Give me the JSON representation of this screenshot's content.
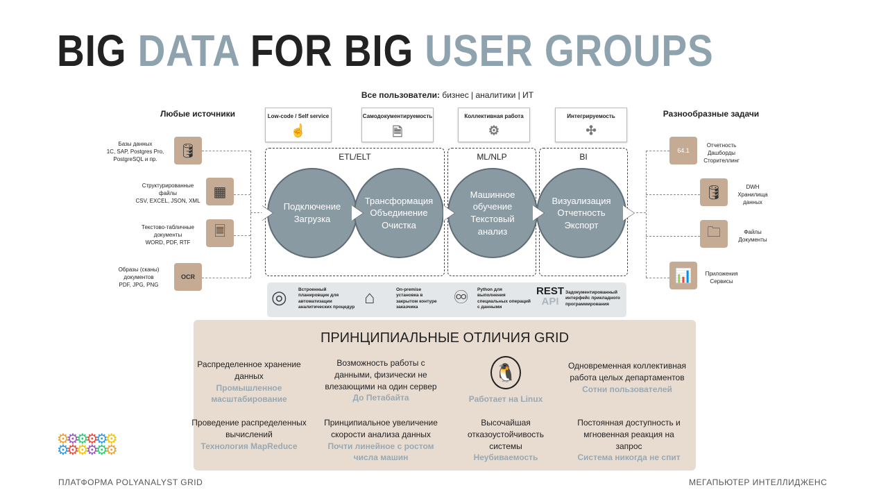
{
  "title": {
    "part1": "BIG ",
    "part2": "DATA ",
    "part3": "FOR BIG ",
    "part4": "USER GROUPS"
  },
  "users": {
    "bold": "Все пользователи:",
    "rest": " бизнес | аналитики | ИТ"
  },
  "top_boxes": [
    {
      "label": "Low-code / Self service",
      "icon": "hand-pointer-icon"
    },
    {
      "label": "Самодокументируемость",
      "icon": "document-icon"
    },
    {
      "label": "Коллективная работа",
      "icon": "team-gear-icon"
    },
    {
      "label": "Интегрируемость",
      "icon": "puzzle-icon"
    }
  ],
  "sources": {
    "heading": "Любые источники",
    "items": [
      {
        "text": [
          "Базы данных",
          "1C, SAP, Postgres Pro,",
          "PostgreSQL и пр."
        ],
        "icon": "database-icon"
      },
      {
        "text": [
          "Структурированные",
          "файлы",
          "CSV, EXCEL, JSON, XML"
        ],
        "icon": "table-icon"
      },
      {
        "text": [
          "Текстово-табличные",
          "документы",
          "WORD, PDF, RTF"
        ],
        "icon": "document-table-icon"
      },
      {
        "text": [
          "Образы (сканы)",
          "документов",
          "PDF, JPG, PNG"
        ],
        "icon": "ocr-icon"
      }
    ]
  },
  "stages": [
    {
      "label": "ETL/ELT"
    },
    {
      "label": "ML/NLP"
    },
    {
      "label": "BI"
    }
  ],
  "circles": [
    [
      "Подключение",
      "Загрузка"
    ],
    [
      "Трансформация",
      "Объединение",
      "Очистка"
    ],
    [
      "Машинное",
      "обучение",
      "Текстовый",
      "анализ"
    ],
    [
      "Визуализация",
      "Отчетность",
      "Экспорт"
    ]
  ],
  "tasks": {
    "heading": "Разнообразные задачи",
    "items": [
      {
        "text": [
          "Отчетность",
          "Дашборды",
          "Сторителлинг"
        ],
        "icon": "dashboard-monitor-icon",
        "value": "64.1"
      },
      {
        "text": [
          "DWH",
          "Хранилища",
          "данных"
        ],
        "icon": "database-icon"
      },
      {
        "text": [
          "Файлы",
          "Документы"
        ],
        "icon": "folders-icon"
      },
      {
        "text": [
          "Приложения",
          "Сервисы"
        ],
        "icon": "app-chart-icon"
      }
    ]
  },
  "features": [
    {
      "text": [
        "Встроенный",
        "планировщик для",
        "автоматизации",
        "аналитических процедур"
      ],
      "icon": "scheduler-icon"
    },
    {
      "text": [
        "On-premise",
        "установка в",
        "закрытом контуре",
        "заказчика"
      ],
      "icon": "server-house-icon"
    },
    {
      "text": [
        "Python для",
        "выполнения",
        "специальных операций",
        "с данными"
      ],
      "icon": "python-icon"
    },
    {
      "text": [
        "Задокументированный",
        "интерфейс прикладного",
        "программирования"
      ],
      "icon_top": "REST",
      "icon_bottom": "API"
    }
  ],
  "grid": {
    "title": "ПРИНЦИПИАЛЬНЫЕ ОТЛИЧИЯ GRID",
    "cells": [
      {
        "main": "Распределенное хранение данных",
        "hl": "Промышленное масштабирование"
      },
      {
        "main": "Возможность работы с данными, физически не влезающими на один сервер",
        "hl": "До Петабайта"
      },
      {
        "main": "",
        "hl": "Работает на Linux",
        "icon": "linux-penguin-icon"
      },
      {
        "main": "Одновременная коллективная работа целых департаментов",
        "hl": "Сотни пользователей"
      },
      {
        "main": "Проведение распределенных вычислений",
        "hl": "Технология MapReduce"
      },
      {
        "main": "Принципиальное увеличение скорости анализа данных",
        "hl": "Почти линейное с ростом числа машин"
      },
      {
        "main": "Высочайшая отказоустойчивость системы",
        "hl": "Неубиваемость"
      },
      {
        "main": "Постоянная доступность и мгновенная реакция на запрос",
        "hl": "Система никогда не спит"
      }
    ]
  },
  "footer": {
    "left": "ПЛАТФОРМА POLYANALYST GRID",
    "right": "МЕГАПЬЮТЕР ИНТЕЛЛИДЖЕНС"
  },
  "colors": {
    "accent": "#8fa3ae",
    "circle": "#8a9aa3",
    "tan": "#c5ab94",
    "grid_bg": "#e8dcd1"
  }
}
